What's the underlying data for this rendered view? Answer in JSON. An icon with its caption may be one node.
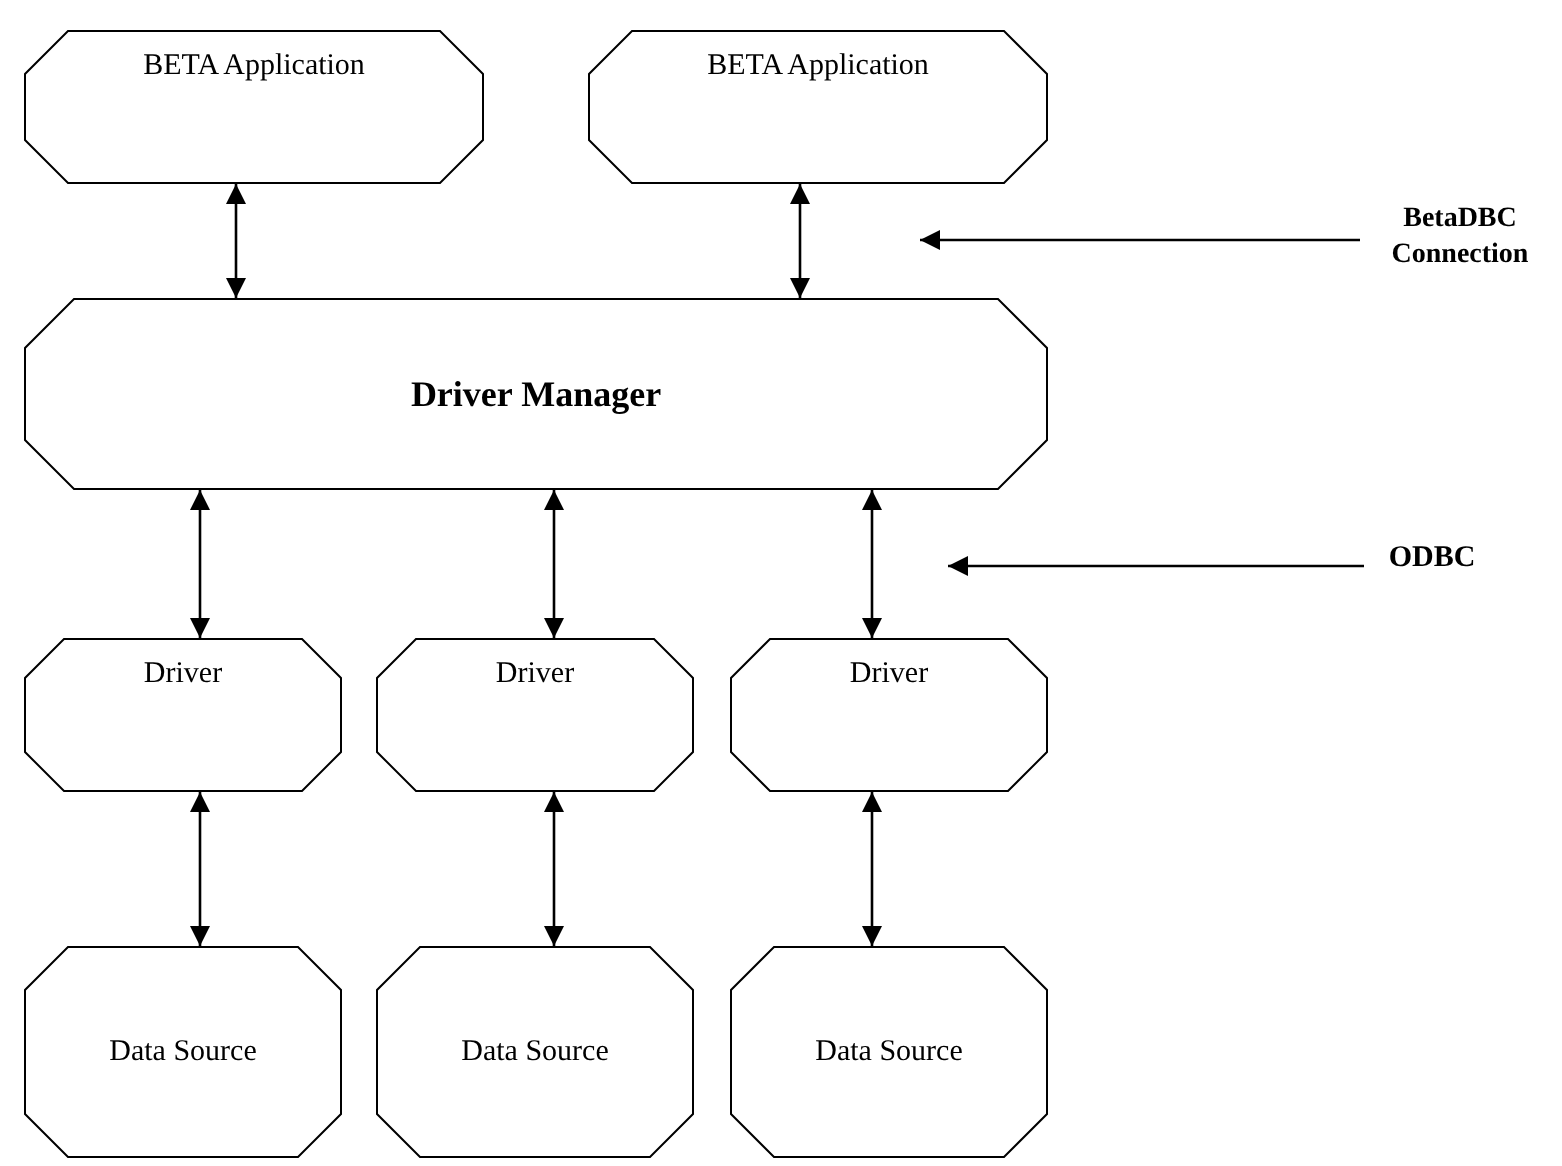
{
  "diagram": {
    "nodes": [
      {
        "text": [
          "BETA Application"
        ]
      },
      {
        "text": [
          "BETA Application"
        ]
      },
      {
        "text": [
          "BetaDBC Connection"
        ]
      },
      {
        "text": [
          "Driver Manager"
        ]
      },
      {
        "text": [
          "ODBC"
        ]
      },
      {
        "text": [
          "Driver"
        ]
      },
      {
        "text": [
          "Driver"
        ]
      },
      {
        "text": [
          "Driver"
        ]
      },
      {
        "text": [
          "Data Source"
        ]
      },
      {
        "text": [
          "Data Source"
        ]
      },
      {
        "text": [
          "Data Source"
        ]
      }
    ],
    "edges": [
      {
        "from": 0,
        "to": 3,
        "arrow": "both"
      },
      {
        "from": 1,
        "to": 3,
        "arrow": "both"
      },
      {
        "from": 2,
        "to": null,
        "arrow": "to"
      },
      {
        "from": 3,
        "to": 5,
        "arrow": "both"
      },
      {
        "from": 3,
        "to": 6,
        "arrow": "both"
      },
      {
        "from": 3,
        "to": 7,
        "arrow": "both"
      },
      {
        "from": 4,
        "to": null,
        "arrow": "to"
      },
      {
        "from": 5,
        "to": 8,
        "arrow": "both"
      },
      {
        "from": 6,
        "to": 9,
        "arrow": "both"
      },
      {
        "from": 7,
        "to": 10,
        "arrow": "both"
      }
    ]
  }
}
